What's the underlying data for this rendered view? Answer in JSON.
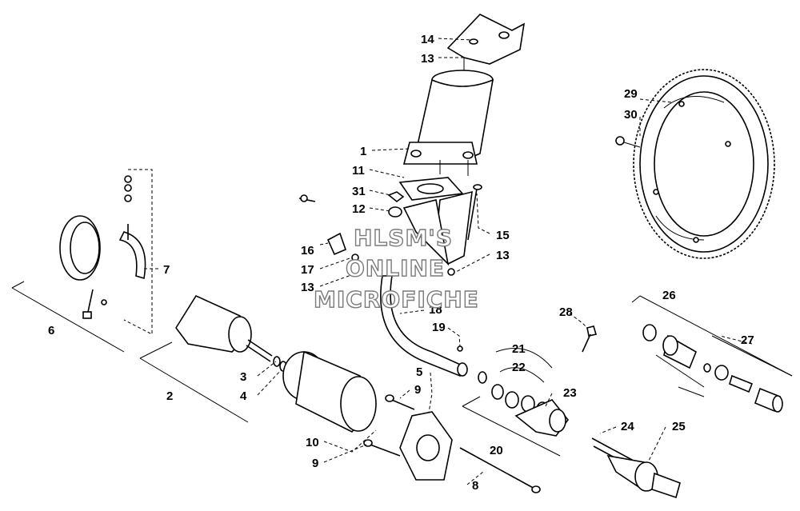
{
  "watermark": {
    "line1": "HLSM'S",
    "line2": "ONLINE",
    "line3": "MICROFICHE"
  },
  "callouts": [
    {
      "id": "c14",
      "text": "14"
    },
    {
      "id": "c13a",
      "text": "13"
    },
    {
      "id": "c1",
      "text": "1"
    },
    {
      "id": "c11",
      "text": "11"
    },
    {
      "id": "c31",
      "text": "31"
    },
    {
      "id": "c12",
      "text": "12"
    },
    {
      "id": "c15",
      "text": "15"
    },
    {
      "id": "c16",
      "text": "16"
    },
    {
      "id": "c17",
      "text": "17"
    },
    {
      "id": "c13b",
      "text": "13"
    },
    {
      "id": "c13c",
      "text": "13"
    },
    {
      "id": "c7",
      "text": "7"
    },
    {
      "id": "c6",
      "text": "6"
    },
    {
      "id": "c2",
      "text": "2"
    },
    {
      "id": "c3",
      "text": "3"
    },
    {
      "id": "c4",
      "text": "4"
    },
    {
      "id": "c18",
      "text": "18"
    },
    {
      "id": "c19",
      "text": "19"
    },
    {
      "id": "c5",
      "text": "5"
    },
    {
      "id": "c9a",
      "text": "9"
    },
    {
      "id": "c9b",
      "text": "9"
    },
    {
      "id": "c10",
      "text": "10"
    },
    {
      "id": "c8",
      "text": "8"
    },
    {
      "id": "c20",
      "text": "20"
    },
    {
      "id": "c21",
      "text": "21"
    },
    {
      "id": "c22",
      "text": "22"
    },
    {
      "id": "c23",
      "text": "23"
    },
    {
      "id": "c28",
      "text": "28"
    },
    {
      "id": "c24",
      "text": "24"
    },
    {
      "id": "c25",
      "text": "25"
    },
    {
      "id": "c26",
      "text": "26"
    },
    {
      "id": "c27",
      "text": "27"
    },
    {
      "id": "c29",
      "text": "29"
    },
    {
      "id": "c30",
      "text": "30"
    }
  ]
}
